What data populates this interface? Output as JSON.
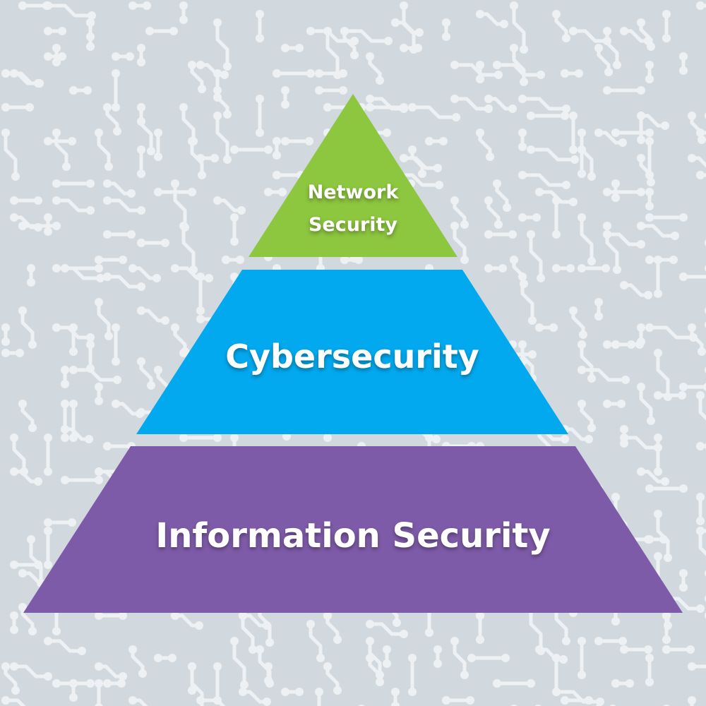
{
  "background": {
    "color": "#d2d9de",
    "pattern": "circuit-board-traces",
    "trace_color": "#eef1f3"
  },
  "pyramid": {
    "tiers": [
      {
        "line1": "Network",
        "line2": "Security",
        "color": "#8dc63f"
      },
      {
        "label": "Cybersecurity",
        "color": "#03a9ef"
      },
      {
        "label": "Information Security",
        "color": "#7e5ba8"
      }
    ]
  }
}
